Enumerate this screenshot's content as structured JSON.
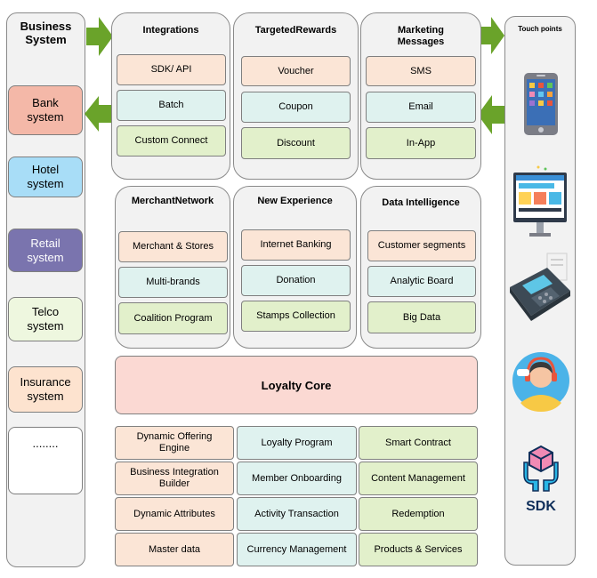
{
  "business_system": {
    "title": "Business System",
    "items": [
      "Bank system",
      "Hotel system",
      "Retail system",
      "Telco system",
      "Insurance system",
      "........"
    ]
  },
  "touch_points": {
    "title": "Touch points",
    "icons": [
      "smartphone-icon",
      "desktop-monitor-icon",
      "pos-terminal-icon",
      "customer-support-agent-icon",
      "sdk-icon"
    ],
    "sdk_label": "SDK"
  },
  "panels": {
    "integrations": {
      "title": "Integrations",
      "items": [
        "SDK/ API",
        "Batch",
        "Custom Connect"
      ]
    },
    "targeted_rewards": {
      "title": "TargetedRewards",
      "items": [
        "Voucher",
        "Coupon",
        "Discount"
      ]
    },
    "marketing_messages": {
      "title": "Marketing Messages",
      "items": [
        "SMS",
        "Email",
        "In-App"
      ]
    },
    "merchant_network": {
      "title": "MerchantNetwork",
      "items": [
        "Merchant & Stores",
        "Multi-brands",
        "Coalition  Program"
      ]
    },
    "new_experience": {
      "title": "New Experience",
      "items": [
        "Internet Banking",
        "Donation",
        "Stamps Collection"
      ]
    },
    "data_intelligence": {
      "title": "Data Intelligence",
      "items": [
        "Customer segments",
        "Analytic Board",
        "Big Data"
      ]
    }
  },
  "loyalty_core": {
    "label": "Loyalty Core"
  },
  "modules": {
    "col1": [
      "Dynamic Offering Engine",
      "Business Integration Builder",
      "Dynamic Attributes",
      "Master data"
    ],
    "col2": [
      "Loyalty Program",
      "Member Onboarding",
      "Activity Transaction",
      "Currency Management"
    ],
    "col3": [
      "Smart Contract",
      "Content Management",
      "Redemption",
      "Products & Services"
    ]
  },
  "colors": {
    "orange": "#fbe5d6",
    "teal": "#dff2ef",
    "green": "#e2f0cb",
    "arrow_green": "#6aa32a",
    "bank": "#f4b8a8",
    "hotel": "#a8ddf7",
    "retail": "#7a74ae",
    "telco": "#eef7df",
    "insurance": "#fde3cf",
    "core": "#fbd9d3"
  }
}
